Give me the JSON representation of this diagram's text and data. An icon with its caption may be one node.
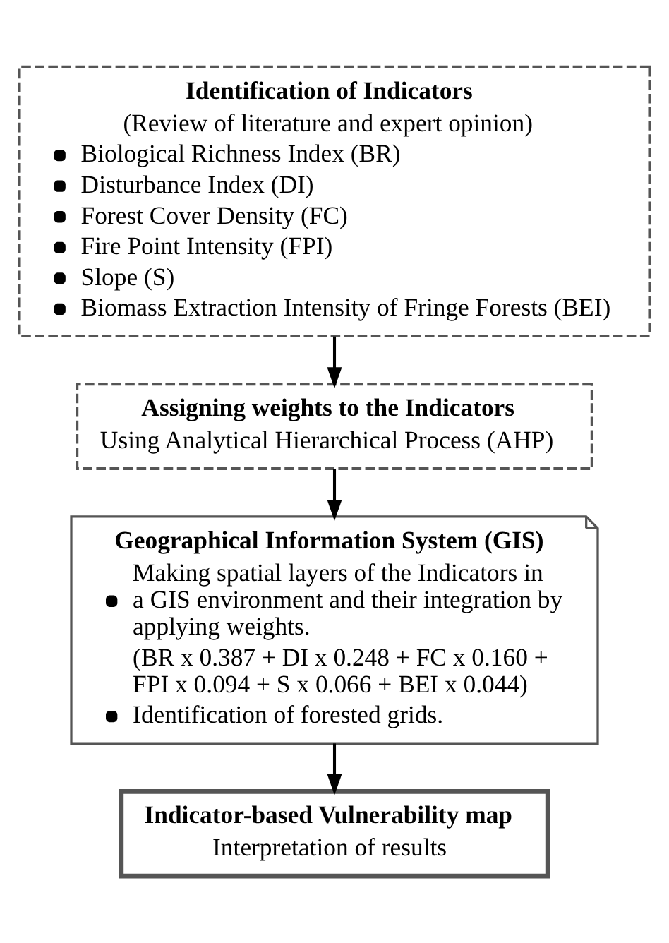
{
  "diagram": {
    "nodes": [
      {
        "text": [
          "Identification of Indicators",
          "(Review of literature and expert opinion)",
          "Biological Richness Index (BR)",
          "Disturbance Index (DI)",
          "Forest Cover Density (FC)",
          "Fire Point Intensity (FPI)",
          "Slope (S)",
          "Biomass Extraction Intensity of Fringe Forests (BEI)"
        ]
      },
      {
        "text": [
          "Assigning weights to the Indicators",
          "Using Analytical Hierarchical Process (AHP)"
        ]
      },
      {
        "text": [
          "Geographical Information System (GIS)",
          "Making spatial layers of the Indicators in a GIS environment and their integration by applying weights.",
          "(BR x 0.387 + DI x 0.248 + FC x 0.160 + FPI x 0.094 + S x 0.066 + BEI x 0.044)",
          "Identification of forested grids."
        ]
      },
      {
        "text": [
          "Indicator-based Vulnerability map",
          "Interpretation of results"
        ]
      }
    ],
    "edges": [
      {
        "from": 0,
        "to": 1,
        "arrow": "to"
      },
      {
        "from": 1,
        "to": 2,
        "arrow": "to"
      },
      {
        "from": 2,
        "to": 3,
        "arrow": "to"
      }
    ]
  }
}
